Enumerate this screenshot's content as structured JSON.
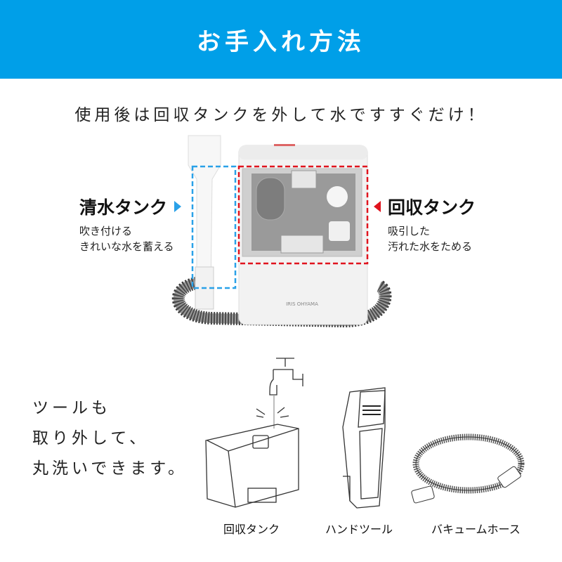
{
  "header": {
    "title": "お手入れ方法",
    "bg_color": "#009fe8"
  },
  "subtitle": "使用後は回収タンクを外して水ですすぐだけ！",
  "clean_tank": {
    "title": "清水タンク",
    "desc_line1": "吹き付ける",
    "desc_line2": "きれいな水を蓄える",
    "marker_color": "#2aa1e8"
  },
  "recovery_tank": {
    "title": "回収タンク",
    "desc_line1": "吸引した",
    "desc_line2": "汚れた水をためる",
    "marker_color": "#e0141e"
  },
  "machine": {
    "brand": "IRIS OHYAMA"
  },
  "tools_text": {
    "line1": "ツールも",
    "line2": "取り外して、",
    "line3": "丸洗いできます。"
  },
  "parts": [
    {
      "label": "回収タンク"
    },
    {
      "label": "ハンドツール"
    },
    {
      "label": "バキュームホース"
    }
  ]
}
